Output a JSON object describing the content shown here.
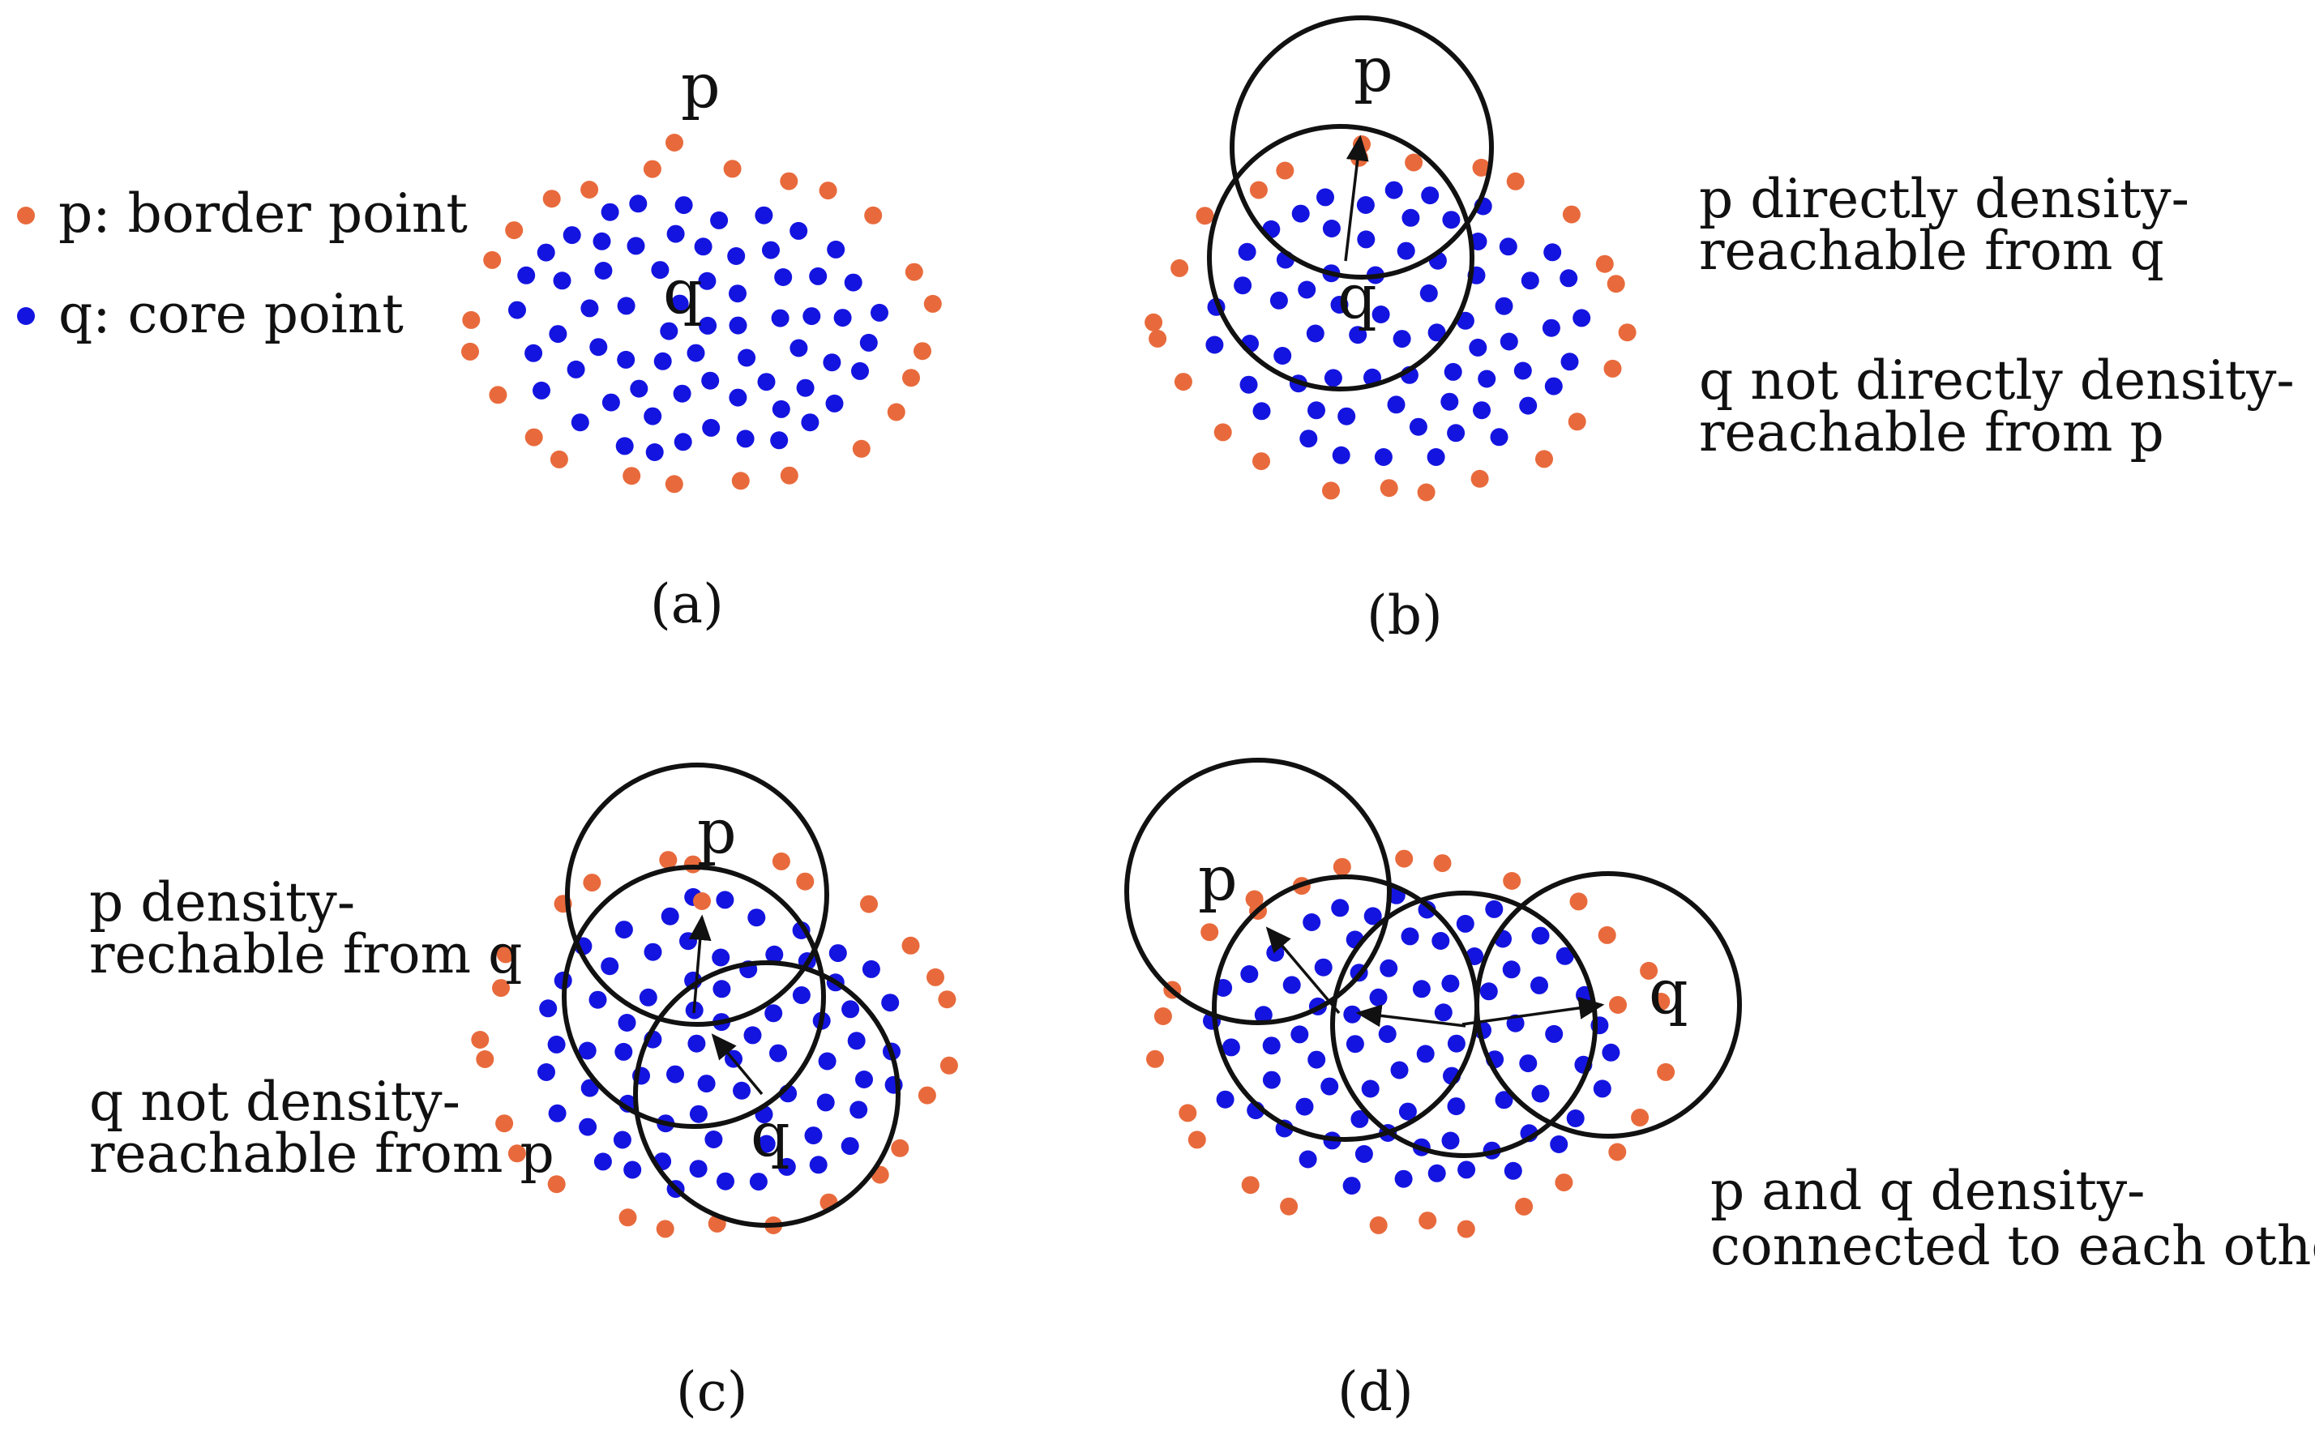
{
  "colors": {
    "border_point": "#E86A3C",
    "core_point": "#1414E0",
    "ink": "#111111"
  },
  "legend": {
    "border": "p: border point",
    "core": "q: core point"
  },
  "panels": {
    "a": {
      "caption": "(a)",
      "p": "p",
      "q": "q"
    },
    "b": {
      "caption": "(b)",
      "p": "p",
      "q": "q",
      "text1": [
        "p directly density-",
        "reachable from q"
      ],
      "text2": [
        "q not directly density-",
        "reachable from p"
      ]
    },
    "c": {
      "caption": "(c)",
      "p": "p",
      "q": "q",
      "text1": [
        "p density-",
        "rechable from q"
      ],
      "text2": [
        "q not density-",
        "reachable from p"
      ]
    },
    "d": {
      "caption": "(d)",
      "p": "p",
      "q": "q",
      "text1": [
        "p and q density-",
        "connected to each other"
      ]
    }
  }
}
